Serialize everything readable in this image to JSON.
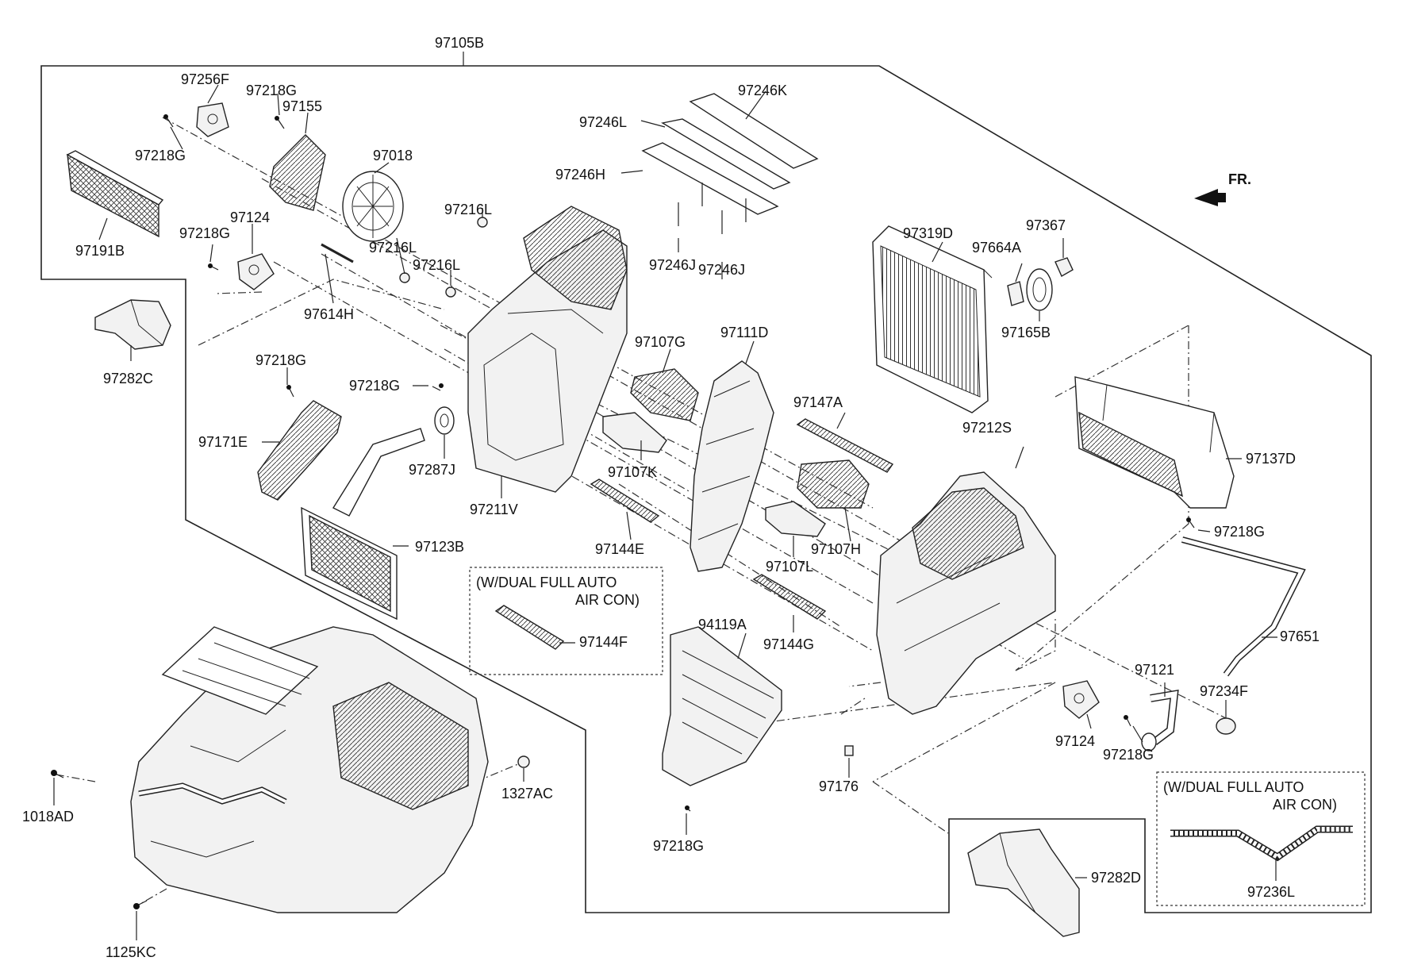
{
  "assembly_label": "97105B",
  "orientation": {
    "text": "FR.",
    "icon": "front-direction-arrow-icon"
  },
  "notes": [
    {
      "line1": "(W/DUAL FULL AUTO",
      "line2": "AIR CON)"
    },
    {
      "line1": "(W/DUAL FULL AUTO",
      "line2": "AIR CON)"
    }
  ],
  "labels": {
    "l97256F": "97256F",
    "l97218G_a": "97218G",
    "l97155": "97155",
    "l97218G_b": "97218G",
    "l97018": "97018",
    "l97191B": "97191B",
    "l97124_a": "97124",
    "l97218G_c": "97218G",
    "l97216L_a": "97216L",
    "l97216L_b": "97216L",
    "l97216L_c": "97216L",
    "l97614H": "97614H",
    "l97282C": "97282C",
    "l97218G_d": "97218G",
    "l97218G_e": "97218G",
    "l97171E": "97171E",
    "l97287J": "97287J",
    "l97211V": "97211V",
    "l97123B": "97123B",
    "l97246K": "97246K",
    "l97246L": "97246L",
    "l97246H": "97246H",
    "l97246J_a": "97246J",
    "l97246J_b": "97246J",
    "l97107G": "97107G",
    "l97107K": "97107K",
    "l97111D": "97111D",
    "l97147A": "97147A",
    "l97144E": "97144E",
    "l97107H": "97107H",
    "l97107L": "97107L",
    "l97144G": "97144G",
    "l97144F": "97144F",
    "l94119A": "94119A",
    "l97218G_f": "97218G",
    "l97176": "97176",
    "l97319D": "97319D",
    "l97664A": "97664A",
    "l97367": "97367",
    "l97165B": "97165B",
    "l97212S": "97212S",
    "l97137D": "97137D",
    "l97218G_g": "97218G",
    "l97651": "97651",
    "l97121": "97121",
    "l97124_b": "97124",
    "l97218G_h": "97218G",
    "l97234F": "97234F",
    "l97282D": "97282D",
    "l97236L": "97236L",
    "l1018AD": "1018AD",
    "l1327AC": "1327AC",
    "l1125KC": "1125KC"
  }
}
